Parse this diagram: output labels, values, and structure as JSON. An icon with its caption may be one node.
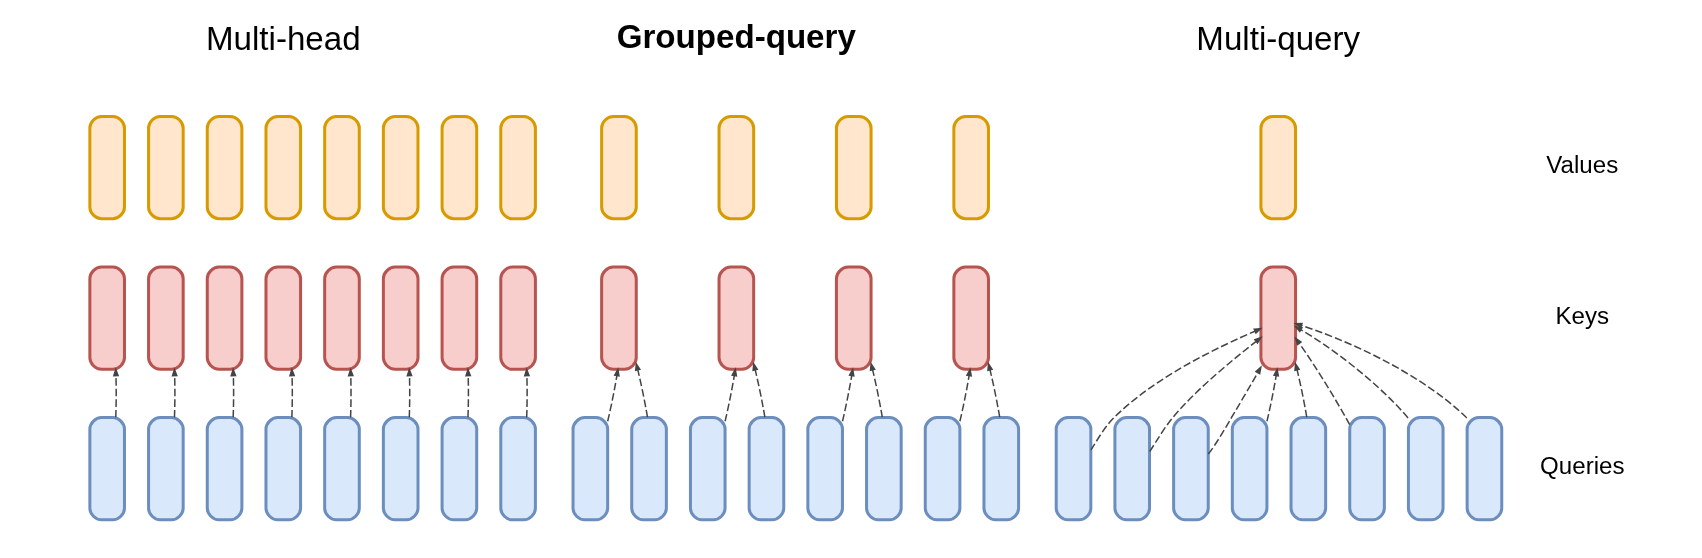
{
  "diagram": {
    "nodes": [
      {
        "text": [],
        "shape": "box"
      },
      {
        "text": [],
        "shape": "box"
      },
      {
        "text": [],
        "shape": "box"
      },
      {
        "text": [],
        "shape": "box"
      },
      {
        "text": [],
        "shape": "box"
      },
      {
        "text": [],
        "shape": "box"
      },
      {
        "text": [],
        "shape": "box"
      },
      {
        "text": [],
        "shape": "box"
      },
      {
        "text": [],
        "shape": "box"
      },
      {
        "text": [],
        "shape": "box"
      },
      {
        "text": [],
        "shape": "box"
      },
      {
        "text": [],
        "shape": "box"
      },
      {
        "text": [],
        "shape": "box"
      },
      {
        "text": [],
        "shape": "box"
      },
      {
        "text": [],
        "shape": "box"
      },
      {
        "text": [],
        "shape": "box"
      },
      {
        "text": [],
        "shape": "box"
      },
      {
        "text": [],
        "shape": "box"
      },
      {
        "text": [],
        "shape": "box"
      },
      {
        "text": [],
        "shape": "box"
      },
      {
        "text": [],
        "shape": "box"
      },
      {
        "text": [],
        "shape": "box"
      },
      {
        "text": [],
        "shape": "box"
      },
      {
        "text": [],
        "shape": "box"
      },
      {
        "text": [],
        "shape": "box"
      },
      {
        "text": [],
        "shape": "box"
      },
      {
        "text": [],
        "shape": "box"
      },
      {
        "text": [],
        "shape": "box"
      },
      {
        "text": [],
        "shape": "box"
      },
      {
        "text": [],
        "shape": "box"
      },
      {
        "text": [],
        "shape": "box"
      },
      {
        "text": [],
        "shape": "box"
      },
      {
        "text": [],
        "shape": "box"
      },
      {
        "text": [],
        "shape": "box"
      },
      {
        "text": [],
        "shape": "box"
      },
      {
        "text": [],
        "shape": "box"
      },
      {
        "text": [],
        "shape": "box"
      },
      {
        "text": [],
        "shape": "box"
      },
      {
        "text": [],
        "shape": "box"
      },
      {
        "text": [],
        "shape": "box"
      },
      {
        "text": [],
        "shape": "box"
      },
      {
        "text": [],
        "shape": "box"
      },
      {
        "text": [],
        "shape": "box"
      },
      {
        "text": [],
        "shape": "box"
      },
      {
        "text": [],
        "shape": "box"
      },
      {
        "text": [],
        "shape": "box"
      },
      {
        "text": [],
        "shape": "box"
      },
      {
        "text": [],
        "shape": "box"
      },
      {
        "text": [],
        "shape": "box"
      },
      {
        "text": [],
        "shape": "box"
      }
    ],
    "edges": [
      {
        "from": 16,
        "to": 8,
        "arrow": "to",
        "style": "dashed"
      },
      {
        "from": 17,
        "to": 9,
        "arrow": "to",
        "style": "dashed"
      },
      {
        "from": 18,
        "to": 10,
        "arrow": "to",
        "style": "dashed"
      },
      {
        "from": 19,
        "to": 11,
        "arrow": "to",
        "style": "dashed"
      },
      {
        "from": 20,
        "to": 12,
        "arrow": "to",
        "style": "dashed"
      },
      {
        "from": 21,
        "to": 13,
        "arrow": "to",
        "style": "dashed"
      },
      {
        "from": 22,
        "to": 14,
        "arrow": "to",
        "style": "dashed"
      },
      {
        "from": 23,
        "to": 15,
        "arrow": "to",
        "style": "dashed"
      },
      {
        "from": 32,
        "to": 28,
        "arrow": "to",
        "style": "dashed"
      },
      {
        "from": 33,
        "to": 28,
        "arrow": "to",
        "style": "dashed"
      },
      {
        "from": 34,
        "to": 29,
        "arrow": "to",
        "style": "dashed"
      },
      {
        "from": 35,
        "to": 29,
        "arrow": "to",
        "style": "dashed"
      },
      {
        "from": 36,
        "to": 30,
        "arrow": "to",
        "style": "dashed"
      },
      {
        "from": 37,
        "to": 30,
        "arrow": "to",
        "style": "dashed"
      },
      {
        "from": 38,
        "to": 31,
        "arrow": "to",
        "style": "dashed"
      },
      {
        "from": 39,
        "to": 31,
        "arrow": "to",
        "style": "dashed"
      },
      {
        "from": 42,
        "to": 41,
        "arrow": "to",
        "style": "dashed"
      },
      {
        "from": 43,
        "to": 41,
        "arrow": "to",
        "style": "dashed"
      },
      {
        "from": 44,
        "to": 41,
        "arrow": "to",
        "style": "dashed"
      },
      {
        "from": 45,
        "to": 41,
        "arrow": "to",
        "style": "dashed"
      },
      {
        "from": 46,
        "to": 41,
        "arrow": "to",
        "style": "dashed"
      },
      {
        "from": 47,
        "to": 41,
        "arrow": "to",
        "style": "dashed"
      },
      {
        "from": 48,
        "to": 41,
        "arrow": "to",
        "style": "dashed"
      },
      {
        "from": 49,
        "to": 41,
        "arrow": "to",
        "style": "dashed"
      }
    ],
    "labels": [
      "Multi-head",
      "Grouped-query",
      "Multi-query",
      "Values",
      "Keys",
      "Queries"
    ]
  }
}
